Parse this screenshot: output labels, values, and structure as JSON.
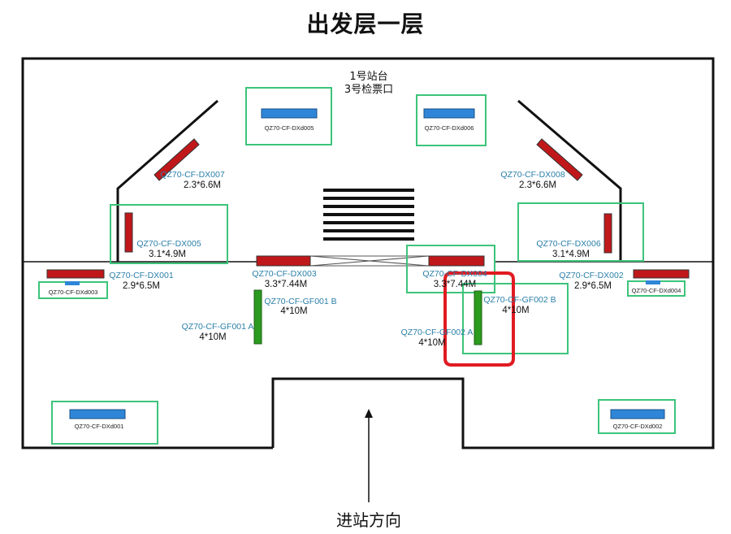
{
  "title": "出发层一层",
  "platform_label": "1号站台",
  "gate_label": "3号检票口",
  "direction_label": "进站方向",
  "colors": {
    "wall": "#111111",
    "red_ad": "#c0181a",
    "blue_screen": "#2f86d8",
    "green_frame": "#3cc47a",
    "green_bar": "#2a9b1e",
    "highlight": "#e01b22",
    "label_blue": "#2a7fa8"
  },
  "screens": {
    "dxd005": "QZ70-CF-DXd005",
    "dxd006": "QZ70-CF-DXd006",
    "dxd003": "QZ70-CF-DXd003",
    "dxd004": "QZ70-CF-DXd004",
    "dxd001": "QZ70-CF-DXd001",
    "dxd002": "QZ70-CF-DXd002"
  },
  "ads": {
    "dx007": {
      "code": "QZ70-CF-DX007",
      "size": "2.3*6.6M"
    },
    "dx008": {
      "code": "QZ70-CF-DX008",
      "size": "2.3*6.6M"
    },
    "dx005": {
      "code": "QZ70-CF-DX005",
      "size": "3.1*4.9M"
    },
    "dx006": {
      "code": "QZ70-CF-DX006",
      "size": "3.1*4.9M"
    },
    "dx001": {
      "code": "QZ70-CF-DX001",
      "size": "2.9*6.5M"
    },
    "dx002": {
      "code": "QZ70-CF-DX002",
      "size": "2.9*6.5M"
    },
    "dx003": {
      "code": "QZ70-CF-DX003",
      "size": "3.3*7.44M"
    },
    "dx004": {
      "code": "QZ70-CF-DX004",
      "size": "3.3*7.44M"
    },
    "gf001b": {
      "code": "QZ70-CF-GF001 B",
      "size": "4*10M"
    },
    "gf001a": {
      "code": "QZ70-CF-GF001 A",
      "size": "4*10M"
    },
    "gf002b": {
      "code": "QZ70-CF-GF002 B",
      "size": "4*10M"
    },
    "gf002a": {
      "code": "QZ70-CF-GF002 A",
      "size": "4*10M"
    }
  }
}
